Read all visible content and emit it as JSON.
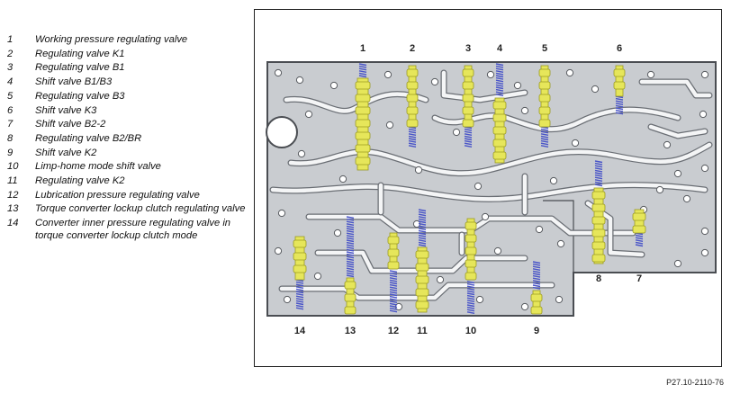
{
  "legend": [
    {
      "num": "1",
      "text": "Working pressure regulating valve"
    },
    {
      "num": "2",
      "text": "Regulating valve K1"
    },
    {
      "num": "3",
      "text": "Regulating valve B1"
    },
    {
      "num": "4",
      "text": "Shift valve B1/B3"
    },
    {
      "num": "5",
      "text": "Regulating valve B3"
    },
    {
      "num": "6",
      "text": "Shift valve K3"
    },
    {
      "num": "7",
      "text": "Shift valve B2-2"
    },
    {
      "num": "8",
      "text": "Regulating valve B2/BR"
    },
    {
      "num": "9",
      "text": "Shift valve K2"
    },
    {
      "num": "10",
      "text": "Limp-home mode shift valve"
    },
    {
      "num": "11",
      "text": "Regulating valve K2"
    },
    {
      "num": "12",
      "text": "Lubrication pressure regulating valve"
    },
    {
      "num": "13",
      "text": "Torque converter lockup clutch regulating valve"
    },
    {
      "num": "14",
      "text": "Converter inner pressure regulating valve in torque converter lockup clutch mode"
    }
  ],
  "callouts": {
    "c1": "1",
    "c2": "2",
    "c3": "3",
    "c4": "4",
    "c5": "5",
    "c6": "6",
    "c7": "7",
    "c8": "8",
    "c9": "9",
    "c10": "10",
    "c11": "11",
    "c12": "12",
    "c13": "13",
    "c14": "14"
  },
  "figure_code": "P27.10-2110-76",
  "colors": {
    "plate": "#c9ccd0",
    "plate_edge": "#4a4d52",
    "valve": "#e6e65a",
    "valve_dark": "#9a9a22",
    "spring": "#4a55c8",
    "channel": "#f4f5f6"
  }
}
